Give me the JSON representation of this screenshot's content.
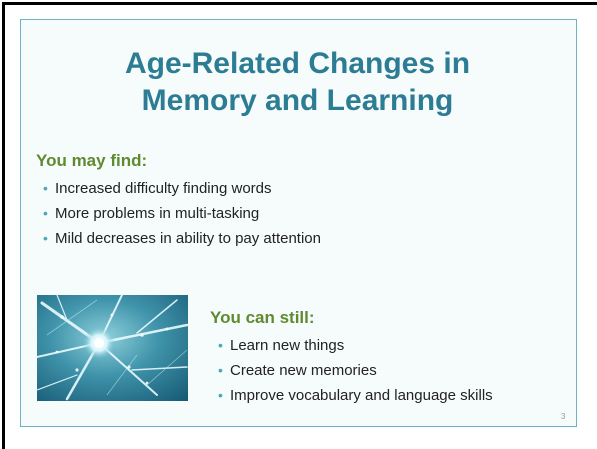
{
  "slide": {
    "title_line1": "Age-Related Changes in",
    "title_line2": "Memory and Learning",
    "section1": {
      "heading": "You may find:",
      "items": [
        "Increased difficulty finding words",
        "More problems in multi-tasking",
        "Mild decreases in ability to pay attention"
      ]
    },
    "section2": {
      "heading": "You can still:",
      "items": [
        "Learn new things",
        "Create new memories",
        "Improve vocabulary and language skills"
      ]
    },
    "bullet": "•",
    "page_number": "3"
  },
  "colors": {
    "title": "#2c7c94",
    "heading": "#5f8a30",
    "bullet": "#4aa8b8",
    "frame_border": "#6fb3c2"
  },
  "image": {
    "icon": "neuron-network-image"
  }
}
